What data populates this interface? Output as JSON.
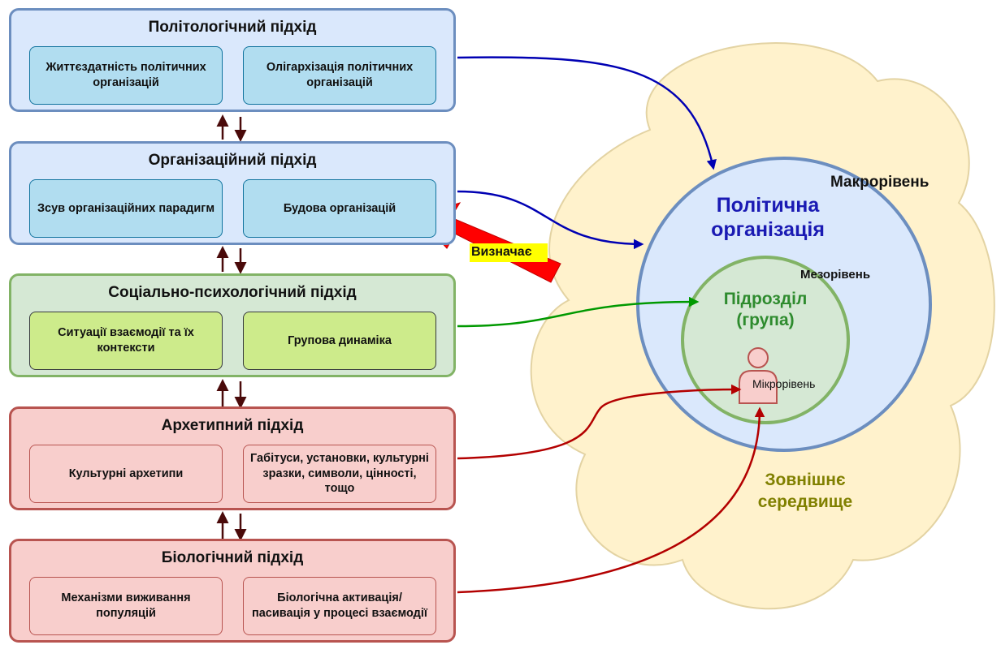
{
  "panels": [
    {
      "title": "Політологічний підхід",
      "left": "Життєздатність політичних організацій",
      "right": "Олігархізація політичних організацій"
    },
    {
      "title": "Організаційний підхід",
      "left": "Зсув організаційних парадигм",
      "right": "Будова організацій"
    },
    {
      "title": "Соціально-психологічний підхід",
      "left": "Ситуації взаємодії та їх контексти",
      "right": "Групова динаміка"
    },
    {
      "title": "Архетипний підхід",
      "left": "Культурні архетипи",
      "right": "Габітуси, установки, культурні зразки, символи, цінності, тощо"
    },
    {
      "title": "Біологічний підхід",
      "left": "Механізми виживання популяцій",
      "right": "Біологічна активація/ пасивація у процесі взаємодії"
    }
  ],
  "levels": {
    "macro": "Макрорівень",
    "political_org": "Політична організація",
    "meso": "Мезорівень",
    "subdivision": "Підрозділ (група)",
    "micro": "Мікрорівень",
    "environment": "Зовнішнє середвище"
  },
  "determines_label": "Визначає",
  "colors": {
    "blue_arrow": "#0000b3",
    "green_arrow": "#009900",
    "red_arrow": "#b30000",
    "big_arrow": "#ff0000",
    "cloud_fill": "#fff2cc",
    "highlight": "#ffff00"
  }
}
